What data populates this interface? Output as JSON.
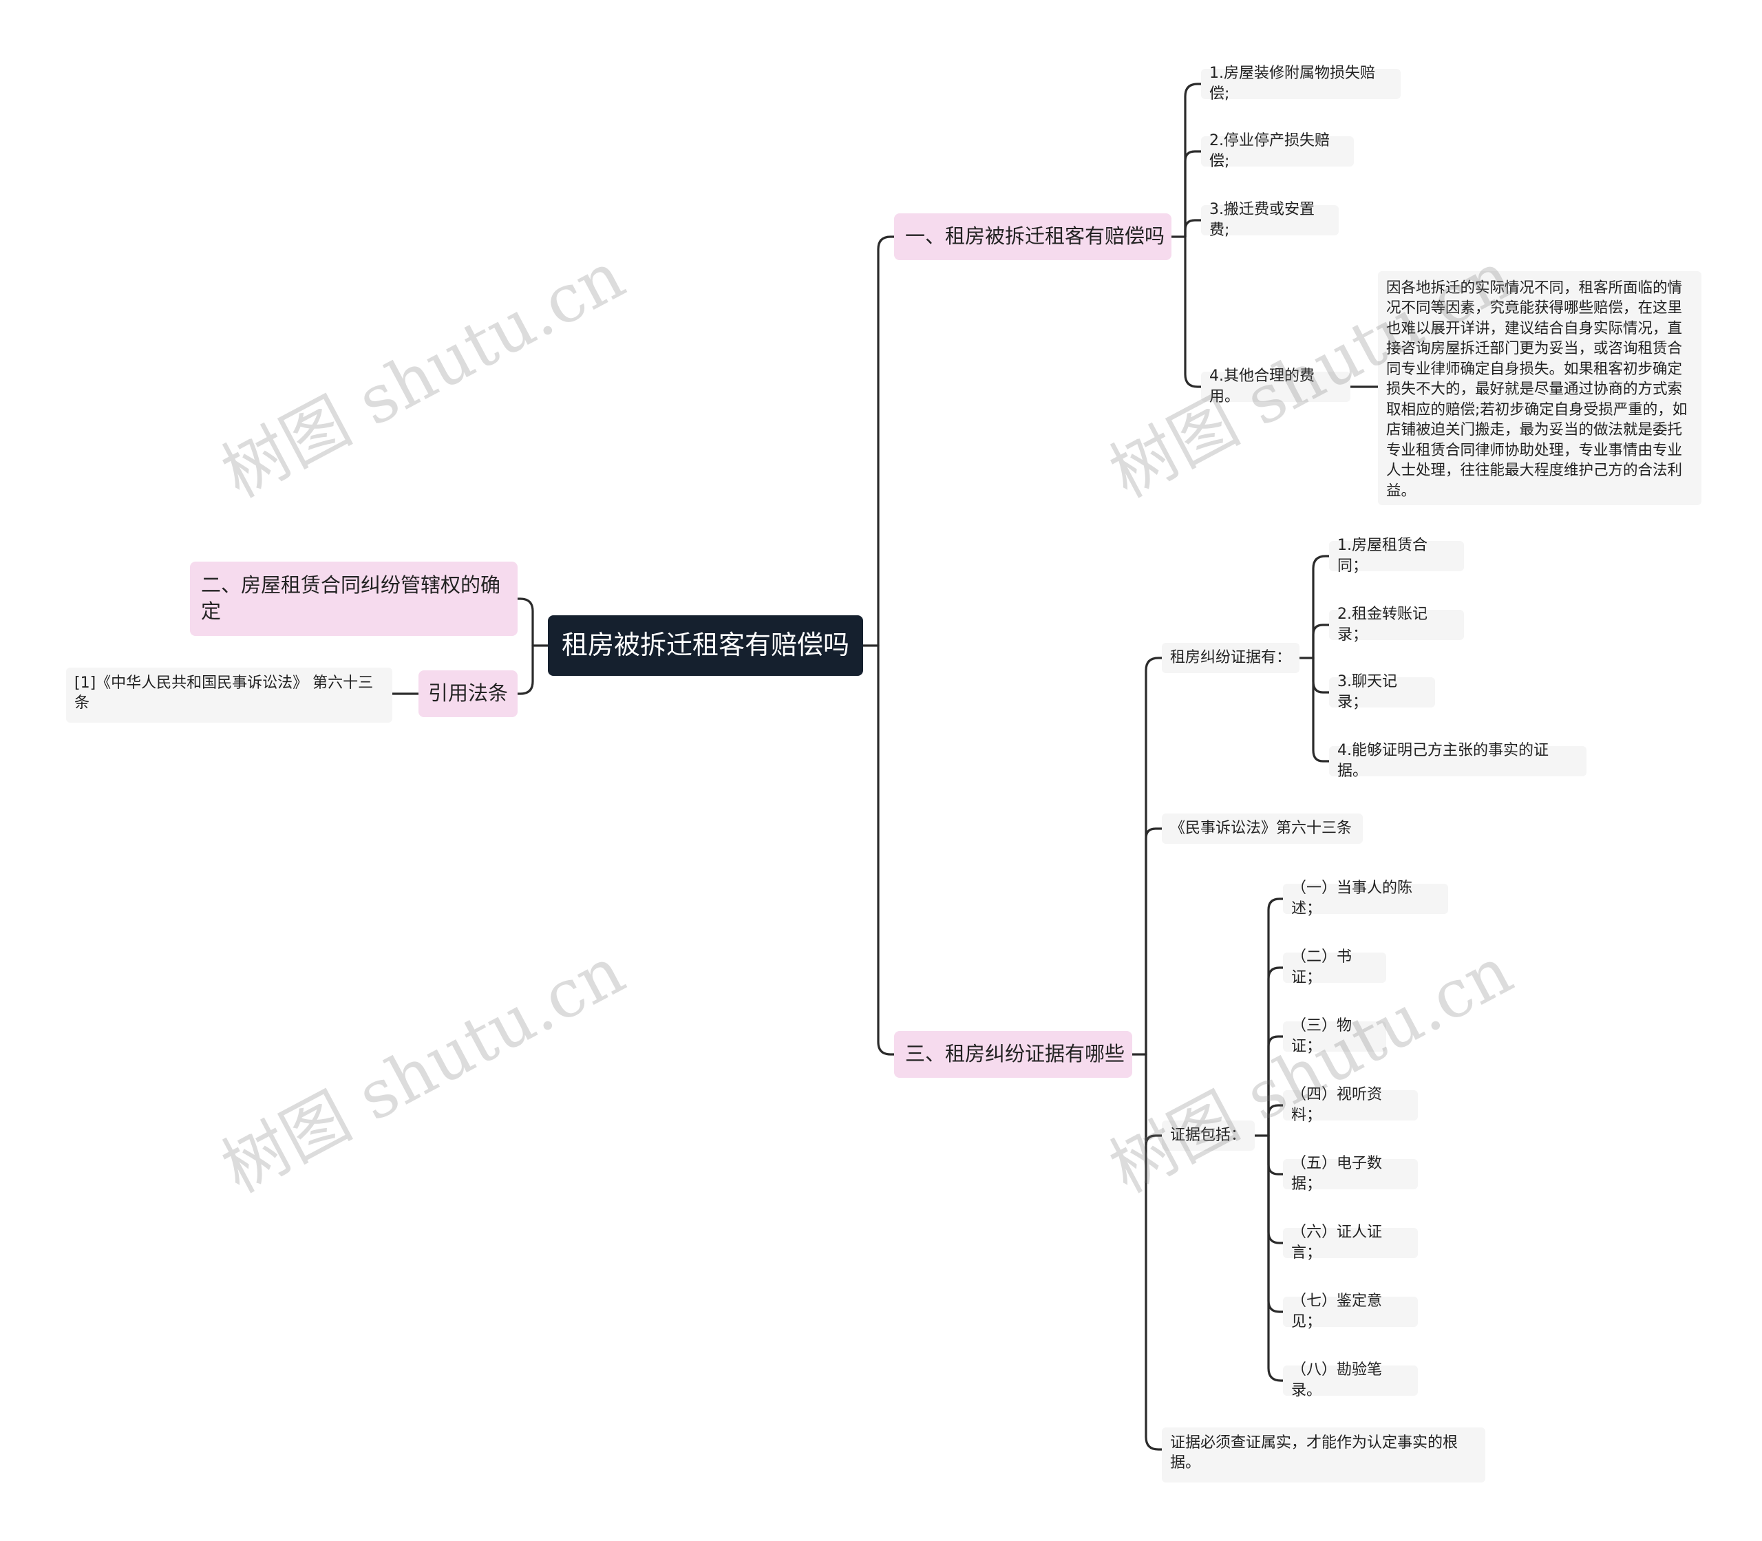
{
  "root": {
    "title": "租房被拆迁租客有赔偿吗"
  },
  "branch1": {
    "title": "一、租房被拆迁租客有赔偿吗",
    "items": [
      "1.房屋装修附属物损失赔偿;",
      "2.停业停产损失赔偿;",
      "3.搬迁费或安置费;",
      "4.其他合理的费用。"
    ],
    "note": "因各地拆迁的实际情况不同，租客所面临的情况不同等因素，究竟能获得哪些赔偿，在这里也难以展开详讲，建议结合自身实际情况，直接咨询房屋拆迁部门更为妥当，或咨询租赁合同专业律师确定自身损失。如果租客初步确定损失不大的，最好就是尽量通过协商的方式索取相应的赔偿;若初步确定自身受损严重的，如店铺被迫关门搬走，最为妥当的做法就是委托专业租赁合同律师协助处理，专业事情由专业人士处理，往往能最大程度维护己方的合法利益。"
  },
  "branch2": {
    "title": "二、房屋租赁合同纠纷管辖权的确定"
  },
  "citation": {
    "title": "引用法条",
    "item": "[1]《中华人民共和国民事诉讼法》 第六十三条"
  },
  "branch3": {
    "title": "三、租房纠纷证据有哪些",
    "evidence_label": "租房纠纷证据有：",
    "evidence_items": [
      "1.房屋租赁合同；",
      "2.租金转账记录；",
      "3.聊天记录；",
      "4.能够证明己方主张的事实的证据。"
    ],
    "law": "《民事诉讼法》第六十三条",
    "includes_label": "证据包括：",
    "includes_items": [
      "（一）当事人的陈述；",
      "（二）书证；",
      "（三）物证；",
      "（四）视听资料；",
      "（五）电子数据；",
      "（六）证人证言；",
      "（七）鉴定意见；",
      "（八）勘验笔录。"
    ],
    "conclusion": "证据必须查证属实，才能作为认定事实的根据。"
  },
  "watermark": "树图 shutu.cn"
}
